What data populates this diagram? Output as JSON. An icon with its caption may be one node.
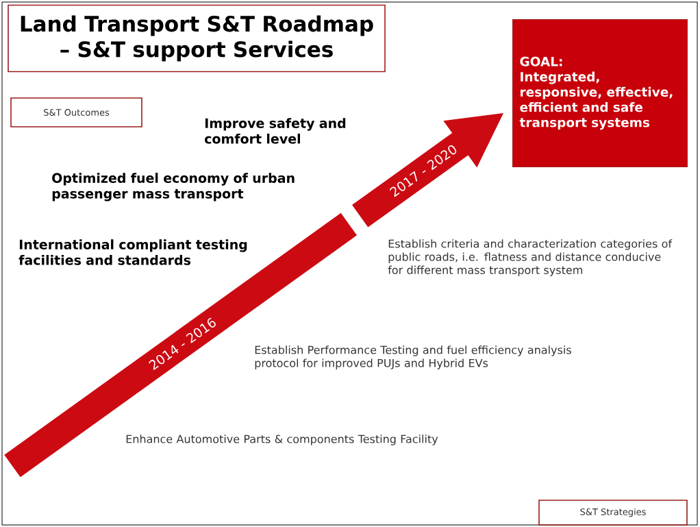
{
  "diagram": {
    "nodes": [
      {
        "text": [
          "Land Transport S&T Roadmap – S&T support Services"
        ]
      },
      {
        "text": [
          "S&T Outcomes"
        ]
      },
      {
        "text": [
          "GOAL:",
          "Integrated, responsive, effective, efficient and safe transport systems"
        ]
      },
      {
        "text": [
          "S&T Strategies"
        ]
      }
    ],
    "labels": [
      "Improve safety and comfort level",
      "Optimized fuel economy of urban passenger mass transport",
      "International compliant testing facilities and standards",
      "2017 - 2020",
      "Establish criteria and characterization categories of public roads, i.e. flatness and distance conducive for different mass transport system",
      "2014 - 2016",
      "Establish Performance Testing and fuel efficiency analysis protocol for improved PUJs and Hybrid EVs",
      "Enhance Automotive Parts & components Testing Facility"
    ]
  }
}
